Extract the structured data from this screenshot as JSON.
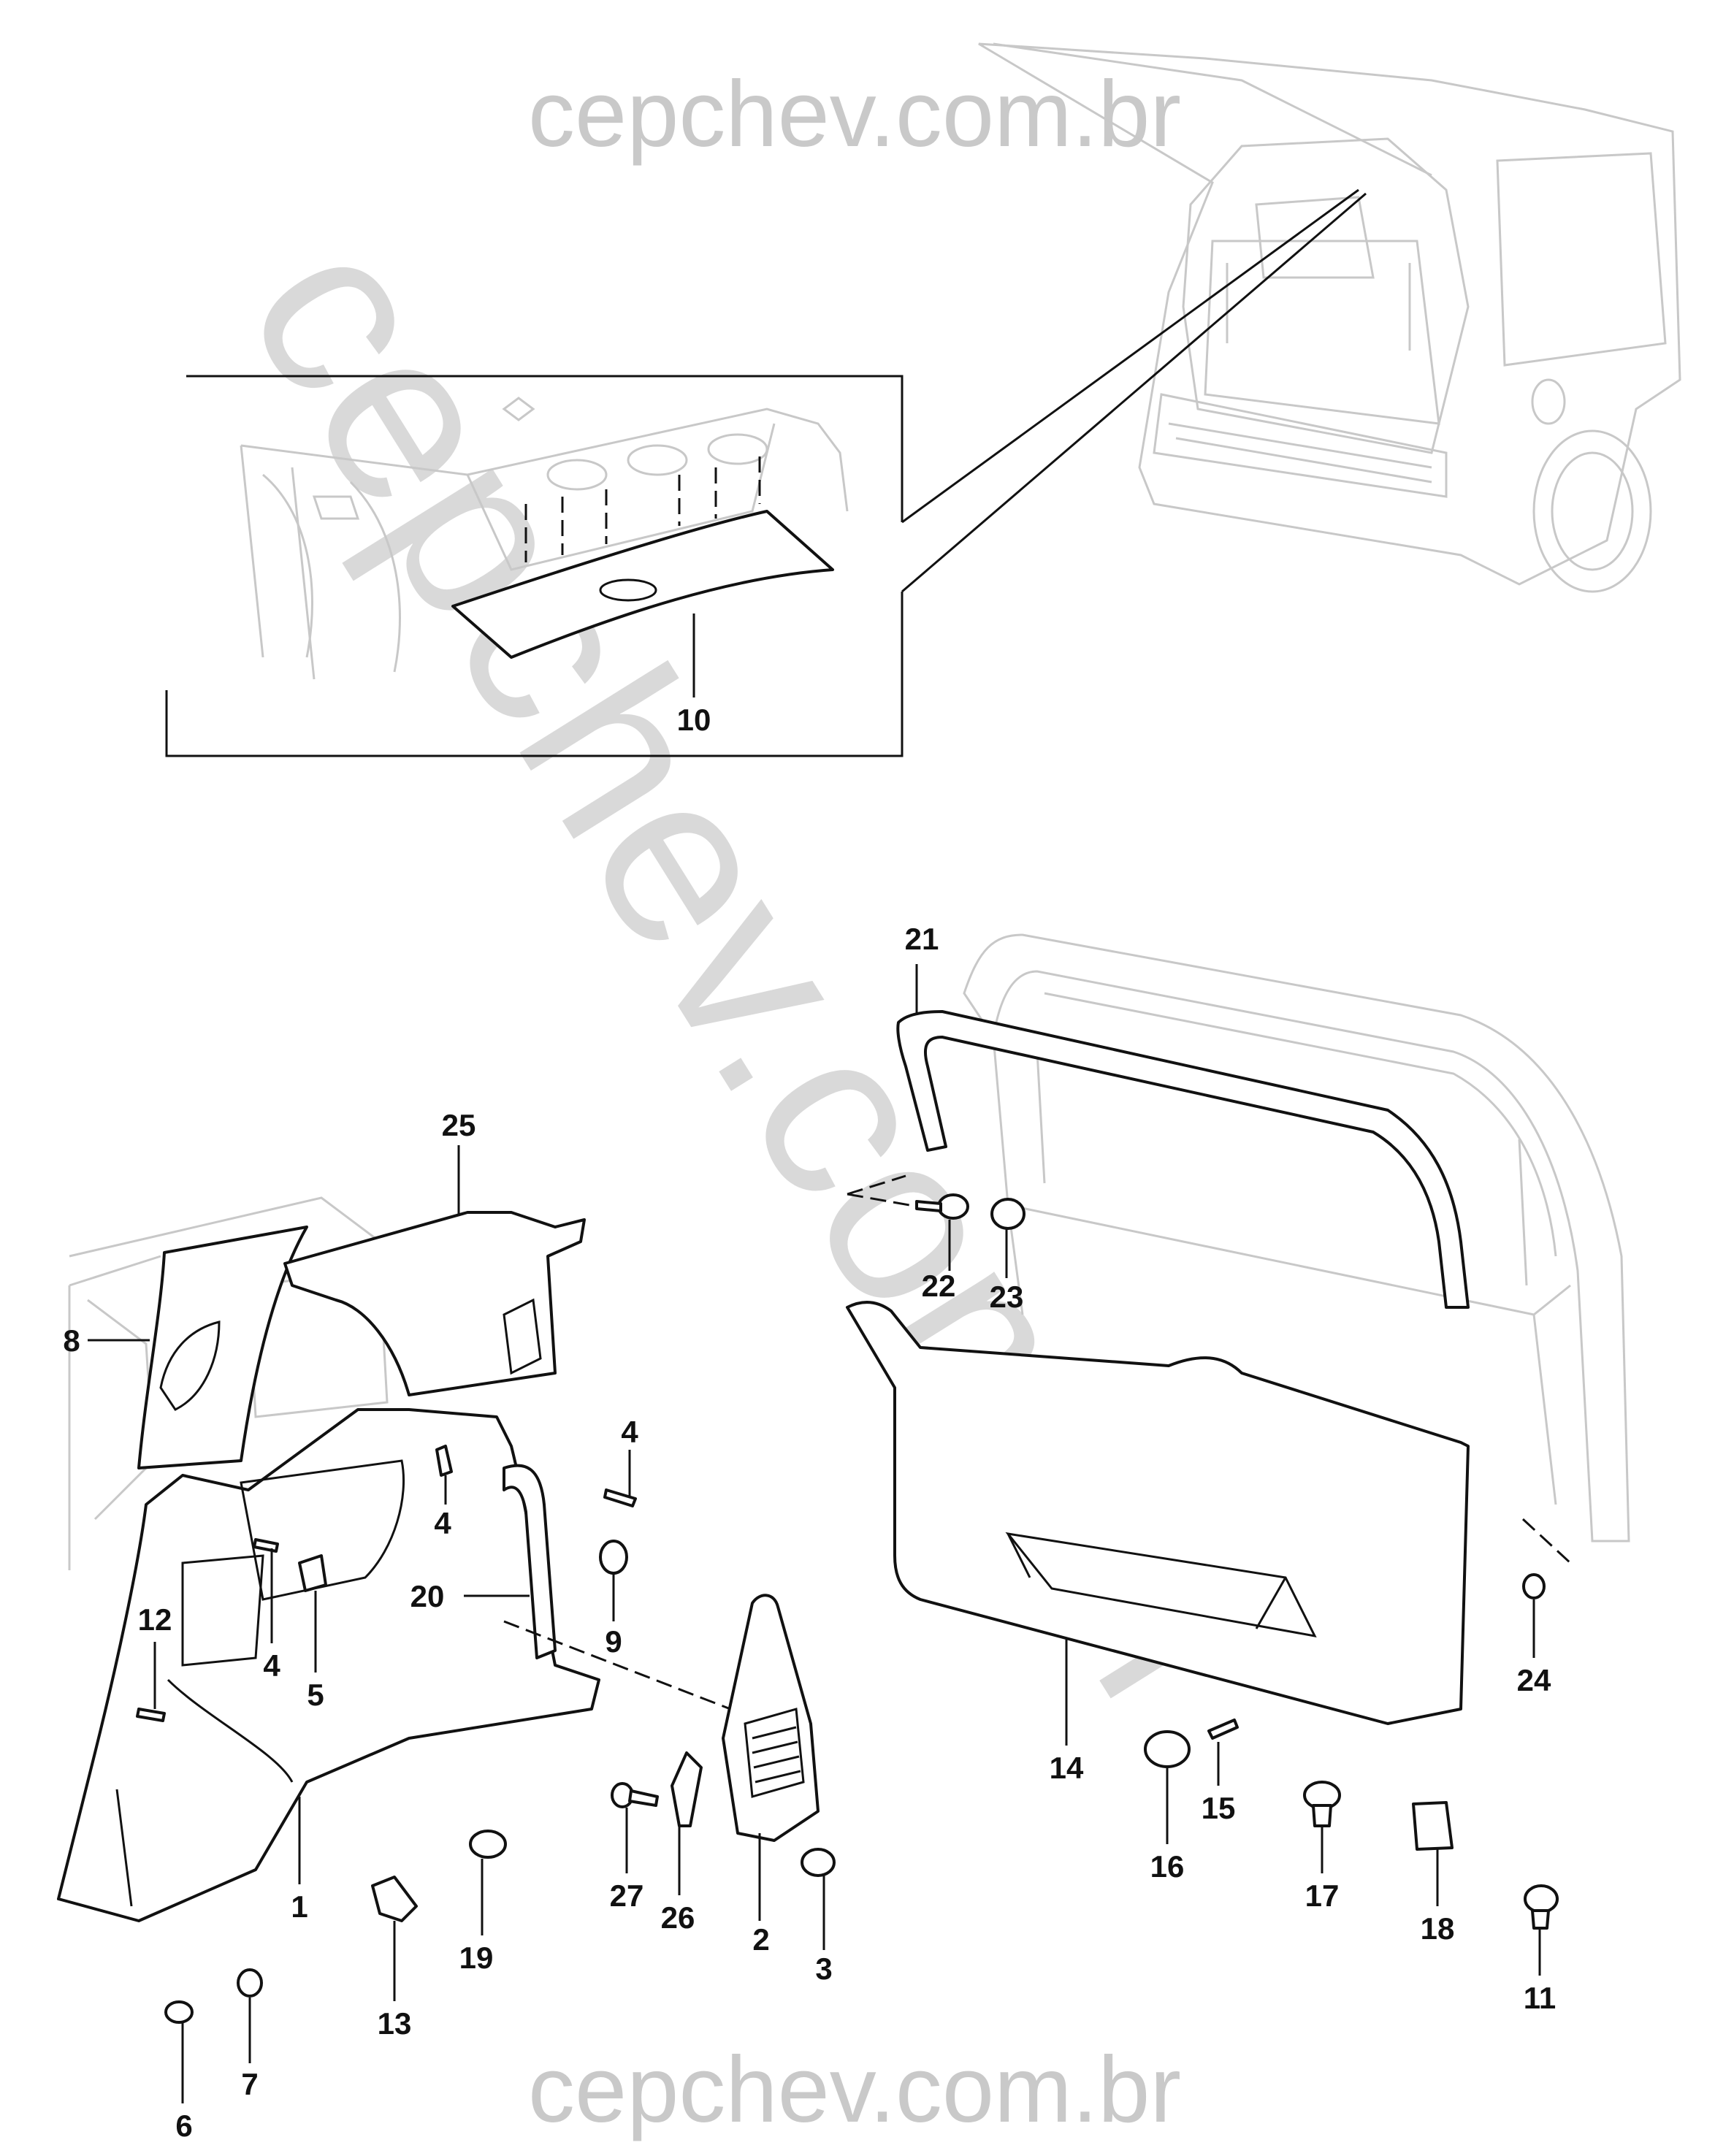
{
  "watermark": {
    "top": "cepchev.com.br",
    "bottom": "cepchev.com.br",
    "diagonal": "cepchev.com.br"
  },
  "colors": {
    "line": "#111111",
    "ghost": "#c8c8c8",
    "watermark": "#c9c9c9"
  },
  "callouts": {
    "c1": "1",
    "c2": "2",
    "c3": "3",
    "c4a": "4",
    "c4b": "4",
    "c4c": "4",
    "c5": "5",
    "c6": "6",
    "c7": "7",
    "c8": "8",
    "c9": "9",
    "c10": "10",
    "c11": "11",
    "c12": "12",
    "c13": "13",
    "c14": "14",
    "c15": "15",
    "c16": "16",
    "c17": "17",
    "c18": "18",
    "c19": "19",
    "c20": "20",
    "c21": "21",
    "c22": "22",
    "c23": "23",
    "c24": "24",
    "c25": "25",
    "c26": "26",
    "c27": "27"
  }
}
